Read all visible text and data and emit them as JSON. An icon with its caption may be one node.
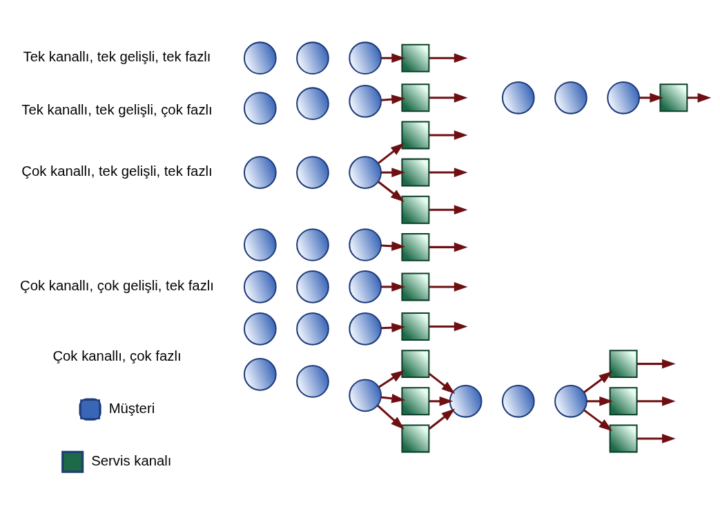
{
  "diagram": {
    "nodes": [
      {
        "text": [],
        "shape": "circle"
      },
      {
        "text": [],
        "shape": "circle"
      },
      {
        "text": [],
        "shape": "circle"
      },
      {
        "text": [],
        "shape": "box"
      },
      {
        "text": [],
        "shape": "circle"
      },
      {
        "text": [],
        "shape": "circle"
      },
      {
        "text": [],
        "shape": "circle"
      },
      {
        "text": [],
        "shape": "box"
      },
      {
        "text": [],
        "shape": "circle"
      },
      {
        "text": [],
        "shape": "circle"
      },
      {
        "text": [],
        "shape": "circle"
      },
      {
        "text": [],
        "shape": "box"
      },
      {
        "text": [],
        "shape": "circle"
      },
      {
        "text": [],
        "shape": "circle"
      },
      {
        "text": [],
        "shape": "circle"
      },
      {
        "text": [],
        "shape": "box"
      },
      {
        "text": [],
        "shape": "box"
      },
      {
        "text": [],
        "shape": "box"
      },
      {
        "text": [],
        "shape": "circle"
      },
      {
        "text": [],
        "shape": "circle"
      },
      {
        "text": [],
        "shape": "circle"
      },
      {
        "text": [],
        "shape": "box"
      },
      {
        "text": [],
        "shape": "circle"
      },
      {
        "text": [],
        "shape": "circle"
      },
      {
        "text": [],
        "shape": "circle"
      },
      {
        "text": [],
        "shape": "box"
      },
      {
        "text": [],
        "shape": "circle"
      },
      {
        "text": [],
        "shape": "circle"
      },
      {
        "text": [],
        "shape": "circle"
      },
      {
        "text": [],
        "shape": "box"
      },
      {
        "text": [],
        "shape": "circle"
      },
      {
        "text": [],
        "shape": "circle"
      },
      {
        "text": [],
        "shape": "circle"
      },
      {
        "text": [],
        "shape": "box"
      },
      {
        "text": [],
        "shape": "box"
      },
      {
        "text": [],
        "shape": "box"
      },
      {
        "text": [],
        "shape": "circle"
      },
      {
        "text": [],
        "shape": "circle"
      },
      {
        "text": [],
        "shape": "circle"
      },
      {
        "text": [],
        "shape": "box"
      },
      {
        "text": [],
        "shape": "box"
      },
      {
        "text": [],
        "shape": "box"
      }
    ],
    "edges": [
      {
        "from": 2,
        "to": 3,
        "arrow": "to"
      },
      {
        "from": 3,
        "to": null,
        "arrow": "to"
      },
      {
        "from": 6,
        "to": 7,
        "arrow": "to"
      },
      {
        "from": 7,
        "to": null,
        "arrow": "to"
      },
      {
        "from": 10,
        "to": 11,
        "arrow": "to"
      },
      {
        "from": 11,
        "to": null,
        "arrow": "to"
      },
      {
        "from": 14,
        "to": 15,
        "arrow": "to"
      },
      {
        "from": 14,
        "to": 16,
        "arrow": "to"
      },
      {
        "from": 14,
        "to": 17,
        "arrow": "to"
      },
      {
        "from": 15,
        "to": null,
        "arrow": "to"
      },
      {
        "from": 16,
        "to": null,
        "arrow": "to"
      },
      {
        "from": 17,
        "to": null,
        "arrow": "to"
      },
      {
        "from": 20,
        "to": 21,
        "arrow": "to"
      },
      {
        "from": 21,
        "to": null,
        "arrow": "to"
      },
      {
        "from": 24,
        "to": 25,
        "arrow": "to"
      },
      {
        "from": 25,
        "to": null,
        "arrow": "to"
      },
      {
        "from": 28,
        "to": 29,
        "arrow": "to"
      },
      {
        "from": 29,
        "to": null,
        "arrow": "to"
      },
      {
        "from": 32,
        "to": 33,
        "arrow": "to"
      },
      {
        "from": 32,
        "to": 34,
        "arrow": "to"
      },
      {
        "from": 32,
        "to": 35,
        "arrow": "to"
      },
      {
        "from": 33,
        "to": 36,
        "arrow": "to"
      },
      {
        "from": 34,
        "to": 36,
        "arrow": "to"
      },
      {
        "from": 35,
        "to": 36,
        "arrow": "to"
      },
      {
        "from": 38,
        "to": 39,
        "arrow": "to"
      },
      {
        "from": 38,
        "to": 40,
        "arrow": "to"
      },
      {
        "from": 38,
        "to": 41,
        "arrow": "to"
      },
      {
        "from": 39,
        "to": null,
        "arrow": "to"
      },
      {
        "from": 40,
        "to": null,
        "arrow": "to"
      },
      {
        "from": 41,
        "to": null,
        "arrow": "to"
      }
    ],
    "labels": [
      "Tek kanallı, tek gelişli, tek fazlı",
      "Tek kanallı, tek gelişli, çok fazlı",
      "Çok kanallı, tek gelişli, tek fazlı",
      "Çok kanallı, çok gelişli, tek fazlı",
      "Çok kanallı, çok fazlı"
    ],
    "legend": [
      {
        "text": "Müşteri"
      },
      {
        "text": "Servis kanalı"
      }
    ]
  }
}
